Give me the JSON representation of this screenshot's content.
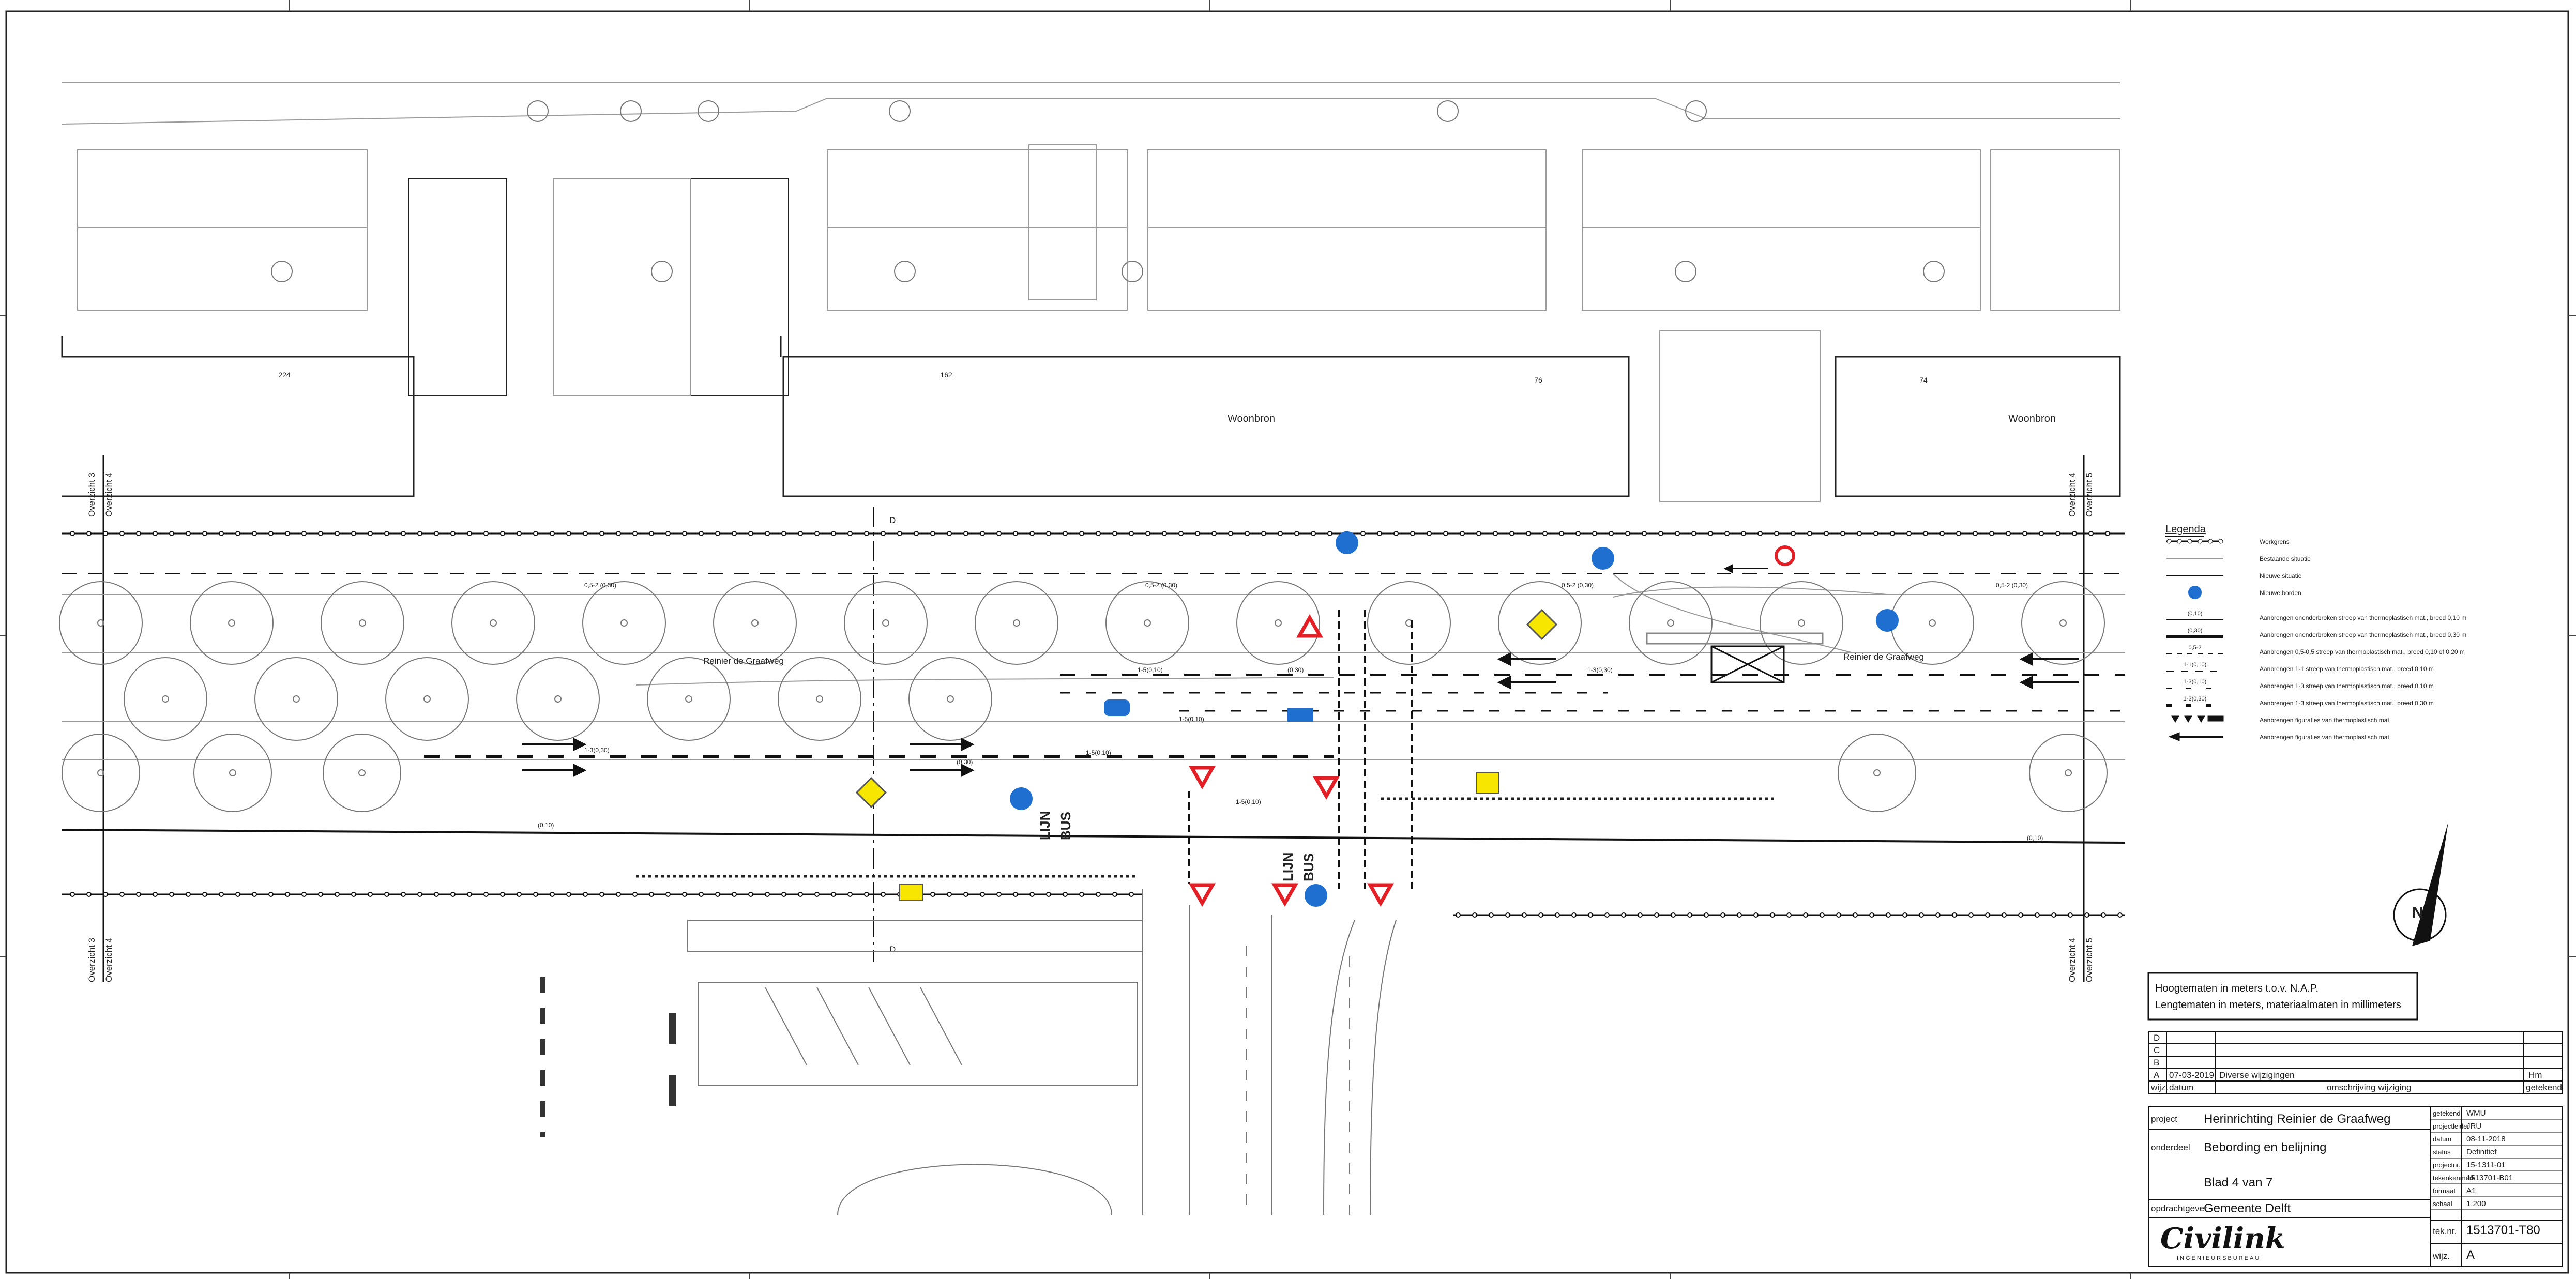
{
  "map": {
    "street_name": "Reinier de Graafweg",
    "building_label": "Woonbron",
    "house_numbers": [
      "224",
      "162",
      "76",
      "74"
    ],
    "overzicht_left_a": "Overzicht 3",
    "overzicht_left_b": "Overzicht 4",
    "overzicht_right_a": "Overzicht 4",
    "overzicht_right_b": "Overzicht 5",
    "section_label": "D",
    "lane_marking_1": "LIJN",
    "lane_marking_2": "BUS",
    "lane_marking_3": "LIJN",
    "lane_marking_4": "BUS",
    "stripe_label_short": "1-3(0,30)",
    "stripe_label_wide": "(0,30)",
    "stripe_label_dash": "0,5-2 (0,30)",
    "stripe_label_narrow": "1-5(0,10)",
    "stripe_label_10": "(0,10)"
  },
  "legend": {
    "title": "Legenda",
    "items": [
      {
        "code": "",
        "text": "Werkgrens"
      },
      {
        "code": "",
        "text": "Bestaande situatie"
      },
      {
        "code": "",
        "text": "Nieuwe situatie"
      },
      {
        "code": "",
        "text": "Nieuwe borden"
      },
      {
        "code": "(0,10)",
        "text": "Aanbrengen onenderbroken streep van thermoplastisch mat., breed 0,10 m"
      },
      {
        "code": "(0,30)",
        "text": "Aanbrengen onenderbroken streep van thermoplastisch mat., breed 0,30 m"
      },
      {
        "code": "0,5-2",
        "text": "Aanbrengen 0,5-0,5 streep van thermoplastisch mat., breed 0,10 of 0,20 m"
      },
      {
        "code": "1-1(0,10)",
        "text": "Aanbrengen 1-1 streep van thermoplastisch mat., breed 0,10 m"
      },
      {
        "code": "1-3(0,10)",
        "text": "Aanbrengen 1-3 streep van thermoplastisch mat., breed 0,10 m"
      },
      {
        "code": "1-3(0,30)",
        "text": "Aanbrengen 1-3 streep van thermoplastisch mat., breed 0,30 m"
      },
      {
        "code": "",
        "text": "Aanbrengen figuraties van thermoplastisch mat."
      },
      {
        "code": "",
        "text": "Aanbrengen figuraties van thermoplastisch mat"
      }
    ]
  },
  "notes": {
    "line1": "Hoogtematen in meters t.o.v. N.A.P.",
    "line2": "Lengtematen in meters, materiaalmaten in millimeters"
  },
  "revisions": {
    "rows": [
      {
        "letter": "D",
        "date": "",
        "desc": "",
        "by": ""
      },
      {
        "letter": "C",
        "date": "",
        "desc": "",
        "by": ""
      },
      {
        "letter": "B",
        "date": "",
        "desc": "",
        "by": ""
      },
      {
        "letter": "A",
        "date": "07-03-2019",
        "desc": "Diverse wijzigingen",
        "by": "Hm"
      }
    ],
    "header": {
      "letter": "wijz.",
      "date": "datum",
      "desc": "omschrijving wijziging",
      "by": "getekend"
    }
  },
  "titleblock": {
    "project_label": "project",
    "project": "Herinrichting Reinier de Graafweg",
    "subject_label": "onderdeel",
    "subject": "Bebording en belijning",
    "sheet": "Blad 4 van 7",
    "client_label": "opdrachtgever",
    "client": "Gemeente Delft",
    "fields": [
      {
        "key": "getekend",
        "value": "WMU"
      },
      {
        "key": "projectleider",
        "value": "JRU"
      },
      {
        "key": "datum",
        "value": "08-11-2018"
      },
      {
        "key": "status",
        "value": "Definitief"
      },
      {
        "key": "projectnr.",
        "value": "15-1311-01"
      },
      {
        "key": "tekenkenmerk",
        "value": "1513701-B01"
      },
      {
        "key": "formaat",
        "value": "A1"
      },
      {
        "key": "schaal",
        "value": "1:200"
      }
    ],
    "drawing_number_label": "tek.nr.",
    "drawing_number": "1513701-T80",
    "revision_label": "wijz.",
    "revision": "A",
    "company": "Civilink",
    "company_sub": "INGENIEURSBUREAU"
  },
  "colors": {
    "sign_red": "#e31e24",
    "sign_blue": "#1f6fd1",
    "sign_yellow": "#f6e600",
    "line": "#111111",
    "grey": "#8a8a8a"
  }
}
